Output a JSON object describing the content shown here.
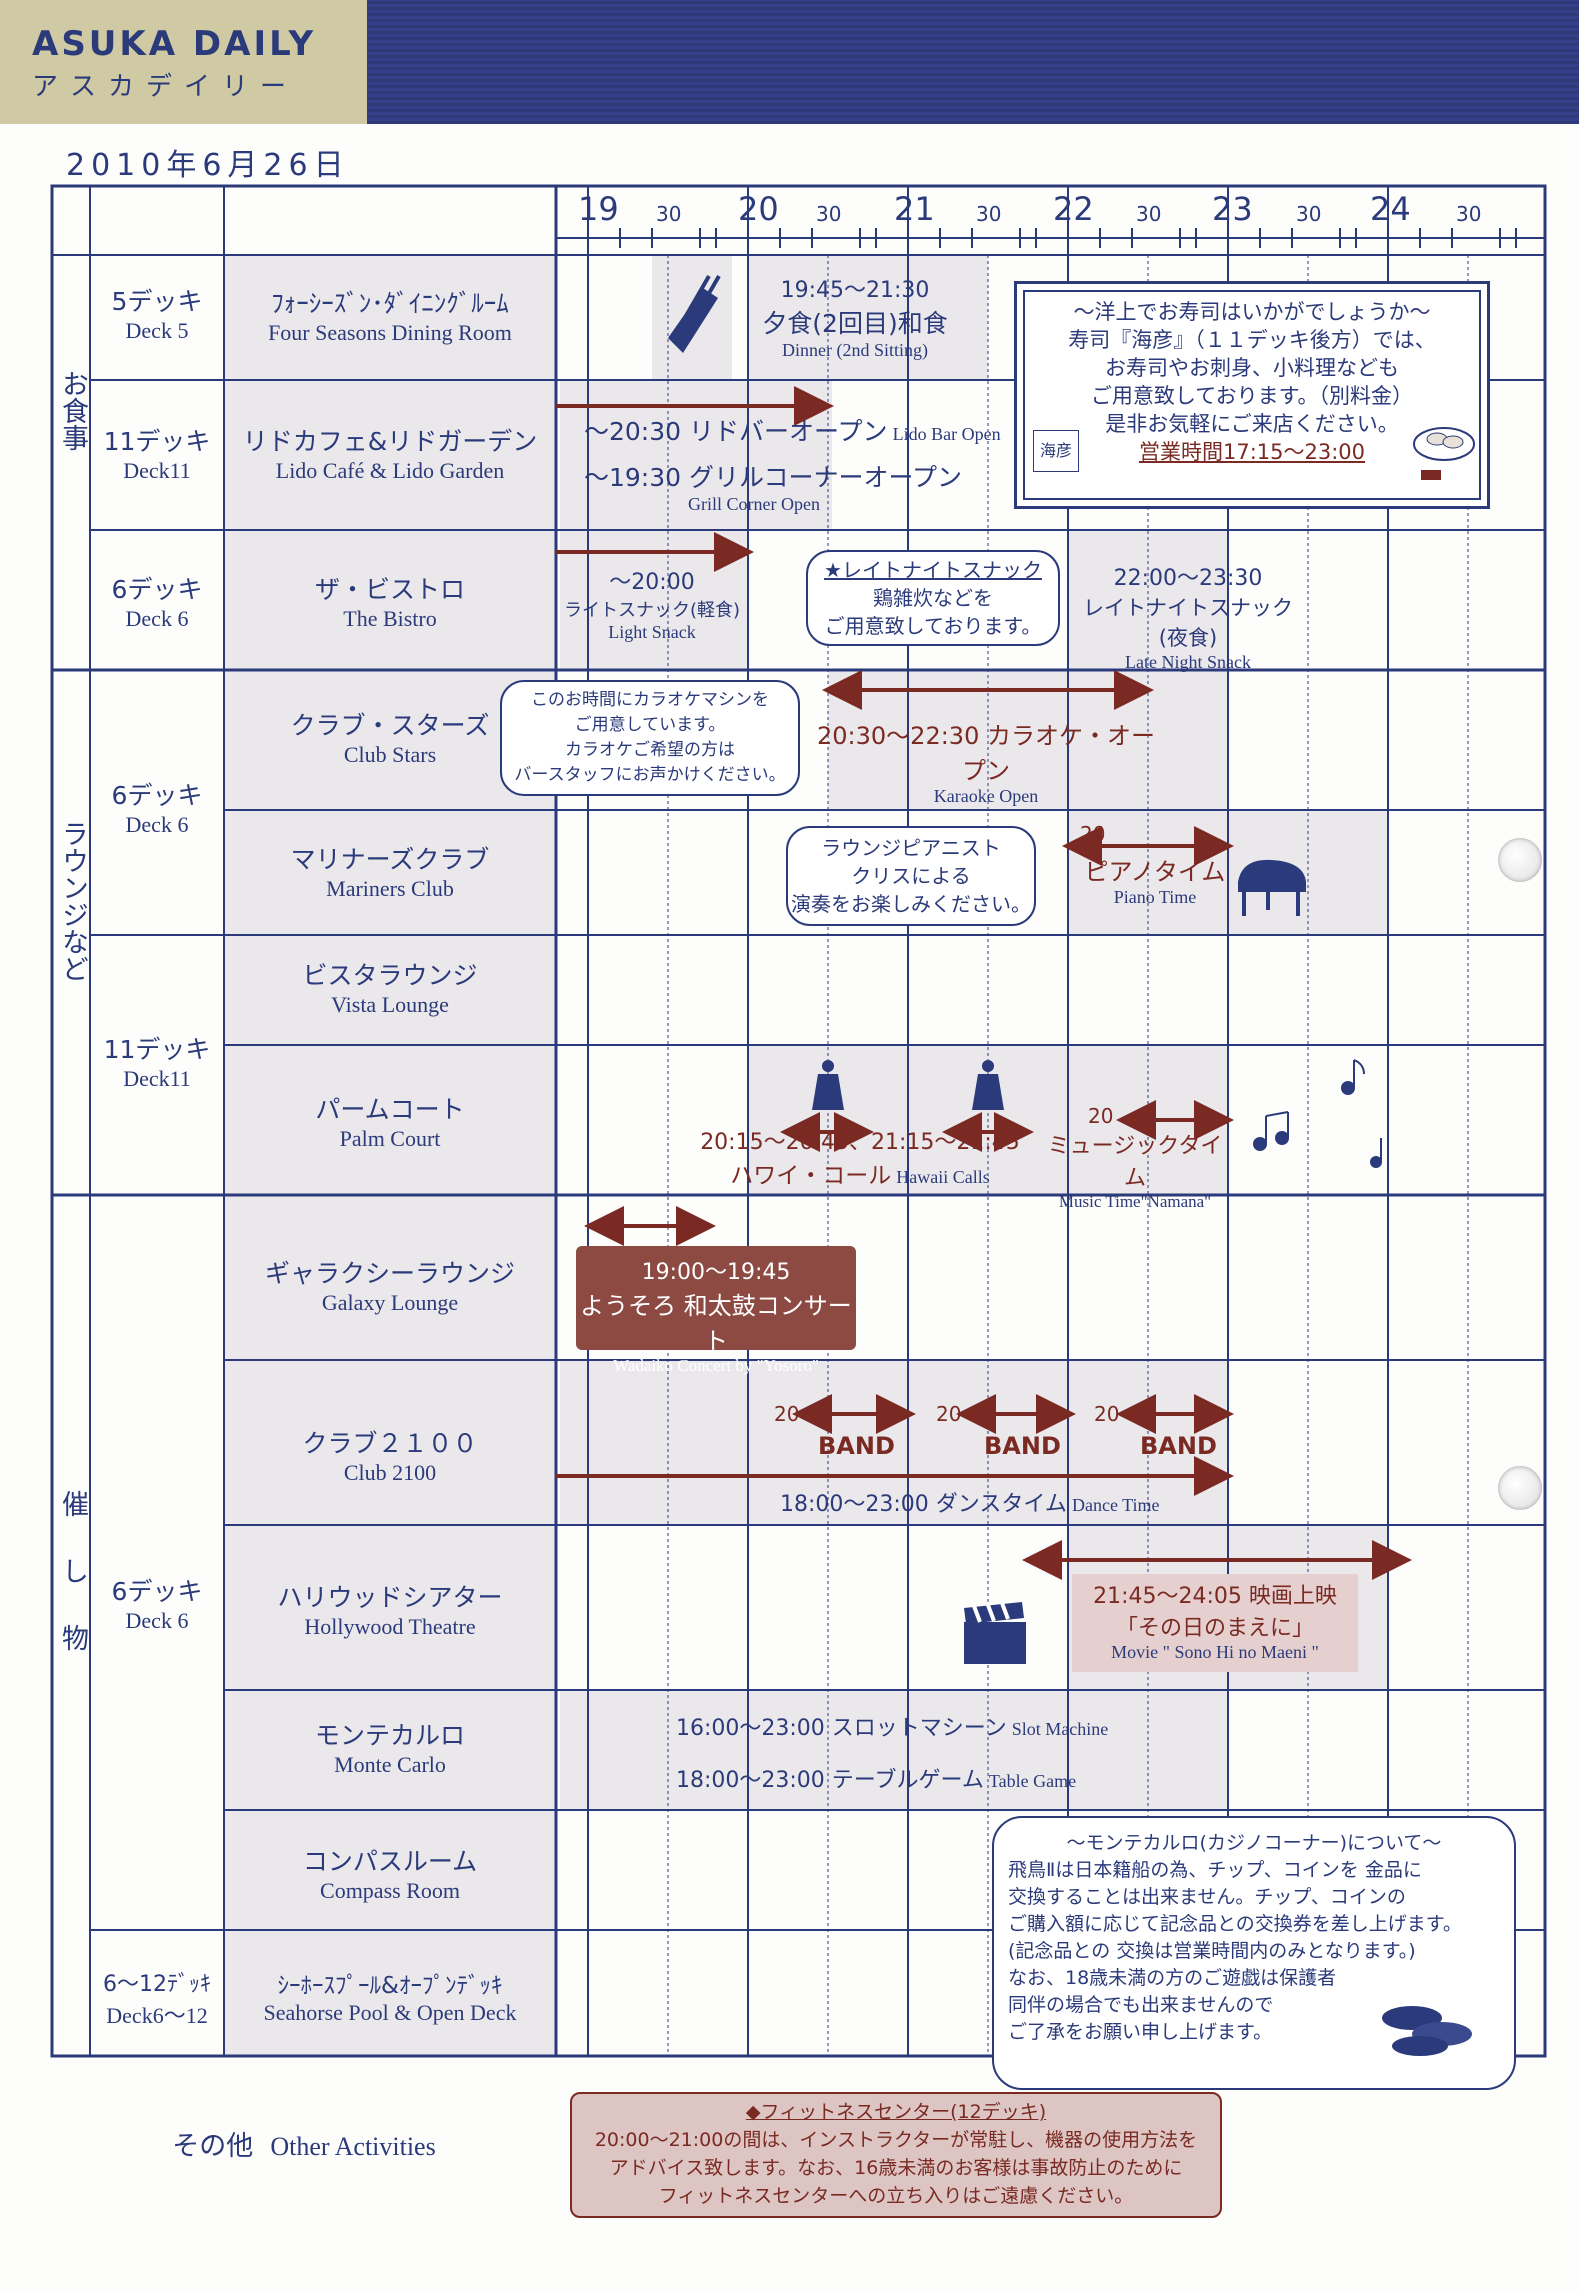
{
  "header": {
    "brand_en": "ASUKA DAILY",
    "brand_ja": "アスカデイリー",
    "date": "2010年6月26日"
  },
  "timeline": {
    "hours": [
      "19",
      "20",
      "21",
      "22",
      "23",
      "24"
    ],
    "half": "30"
  },
  "categories": {
    "meals": "お食事",
    "lounges": "ラウンジなど",
    "events": "催し物"
  },
  "decks": {
    "d5": {
      "j": "5デッキ",
      "e": "Deck 5"
    },
    "d11a": {
      "j": "11デッキ",
      "e": "Deck11"
    },
    "d6a": {
      "j": "6デッキ",
      "e": "Deck 6"
    },
    "d6b": {
      "j": "6デッキ",
      "e": "Deck 6"
    },
    "d11b": {
      "j": "11デッキ",
      "e": "Deck11"
    },
    "d6c": {
      "j": "6デッキ",
      "e": "Deck 6"
    },
    "d612": {
      "j": "6〜12ﾃﾞｯｷ",
      "e": "Deck6〜12"
    }
  },
  "venues": {
    "fourseasons": {
      "j": "ﾌｫｰｼｰｽﾞﾝ･ﾀﾞｲﾆﾝｸﾞﾙｰﾑ",
      "e": "Four Seasons Dining Room"
    },
    "lido": {
      "j": "リドカフェ&リドガーデン",
      "e": "Lido Café & Lido Garden"
    },
    "bistro": {
      "j": "ザ・ビストロ",
      "e": "The Bistro"
    },
    "clubstars": {
      "j": "クラブ・スターズ",
      "e": "Club Stars"
    },
    "mariners": {
      "j": "マリナーズクラブ",
      "e": "Mariners Club"
    },
    "vista": {
      "j": "ビスタラウンジ",
      "e": "Vista Lounge"
    },
    "palm": {
      "j": "パームコート",
      "e": "Palm Court"
    },
    "galaxy": {
      "j": "ギャラクシーラウンジ",
      "e": "Galaxy Lounge"
    },
    "club2100": {
      "j": "クラブ２１００",
      "e": "Club 2100"
    },
    "hollywood": {
      "j": "ハリウッドシアター",
      "e": "Hollywood Theatre"
    },
    "monte": {
      "j": "モンテカルロ",
      "e": "Monte Carlo"
    },
    "compass": {
      "j": "コンパスルーム",
      "e": "Compass Room"
    },
    "seahorse": {
      "j": "ｼｰﾎｰｽﾌﾟｰﾙ&ｵｰﾌﾟﾝﾃﾞｯｷ",
      "e": "Seahorse Pool & Open Deck"
    },
    "other": {
      "j": "その他",
      "e": "Other Activities"
    }
  },
  "events": {
    "dinner": {
      "time": "19:45〜21:30",
      "j": "夕食(2回目)和食",
      "e": "Dinner (2nd Sitting)"
    },
    "sushi": {
      "l1": "〜洋上でお寿司はいかがでしょうか〜",
      "l2": "寿司『海彦』（１１デッキ後方）では、",
      "l3": "お寿司やお刺身、小料理なども",
      "l4": "ご用意致しております。（別料金）",
      "l5": "是非お気軽にご来店ください。",
      "hours": "営業時間17:15〜23:00",
      "logo": "海彦"
    },
    "lidobar": {
      "j": "〜20:30 リドバーオープン",
      "e": "Lido Bar Open"
    },
    "grill": {
      "j": "〜19:30 グリルコーナーオープン",
      "e": "Grill Corner Open"
    },
    "lightsnack": {
      "time": "〜20:00",
      "j": "ライトスナック(軽食)",
      "e": "Light Snack"
    },
    "latebubble": {
      "l1": "★レイトナイトスナック",
      "l2": "鶏雑炊などを",
      "l3": "ご用意致しております。"
    },
    "latenight": {
      "time": "22:00〜23:30",
      "j": "レイトナイトスナック(夜食)",
      "e": "Late Night Snack"
    },
    "karaokebubble": {
      "l1": "このお時間にカラオケマシンを",
      "l2": "ご用意しています。",
      "l3": "カラオケご希望の方は",
      "l4": "バースタッフにお声かけください。"
    },
    "karaoke": {
      "j": "20:30〜22:30 カラオケ・オープン",
      "e": "Karaoke Open"
    },
    "pianobubble": {
      "l1": "ラウンジピアニスト",
      "l2": "クリスによる",
      "l3": "演奏をお楽しみください。"
    },
    "piano": {
      "num": "20",
      "j": "ピアノタイム",
      "e": "Piano Time"
    },
    "hawaii": {
      "time": "20:15〜20:45、21:15〜21:45",
      "j": "ハワイ・コール",
      "e": "Hawaii Calls"
    },
    "music": {
      "num": "20",
      "j": "ミュージックタイム",
      "e": "Music Time\"Namana\""
    },
    "wadaiko": {
      "time": "19:00〜19:45",
      "j": "ようそろ 和太鼓コンサート",
      "e": "Wadaiko Concert by \"Yosoro\""
    },
    "band": {
      "num": "20",
      "label": "BAND"
    },
    "dance": {
      "j": "18:00〜23:00 ダンスタイム",
      "e": "Dance Time"
    },
    "movie": {
      "time": "21:45〜24:05 映画上映",
      "title": "「その日のまえに」",
      "e": "Movie \" Sono Hi no Maeni \""
    },
    "slot": {
      "j": "16:00〜23:00 スロットマシーン",
      "e": "Slot Machine"
    },
    "table": {
      "j": "18:00〜23:00 テーブルゲーム",
      "e": "Table Game"
    },
    "casino": {
      "l1": "〜モンテカルロ(カジノコーナー)について〜",
      "l2": "飛鳥Ⅱは日本籍船の為、チップ、コインを 金品に",
      "l3": "交換することは出来ません。チップ、コインの",
      "l4": "ご購入額に応じて記念品との交換券を差し上げます。",
      "l5": "(記念品との 交換は営業時間内のみとなります。)",
      "l6": "なお、18歳未満の方のご遊戯は保護者",
      "l7": "同伴の場合でも出来ませんので",
      "l8": "ご了承をお願い申し上げます。"
    },
    "fitness": {
      "l1": "◆フィットネスセンター(12デッキ)",
      "l2": "20:00〜21:00の間は、インストラクターが常駐し、機器の使用方法を",
      "l3": "アドバイス致します。なお、16歳未満のお客様は事故防止のために",
      "l4": "フィットネスセンターへの立ち入りはご遠慮ください。"
    }
  },
  "colors": {
    "navy": "#2b3a7a",
    "maroon": "#7a2a22",
    "khaki": "#cfcaa3",
    "shade": "#ebe8ec"
  }
}
